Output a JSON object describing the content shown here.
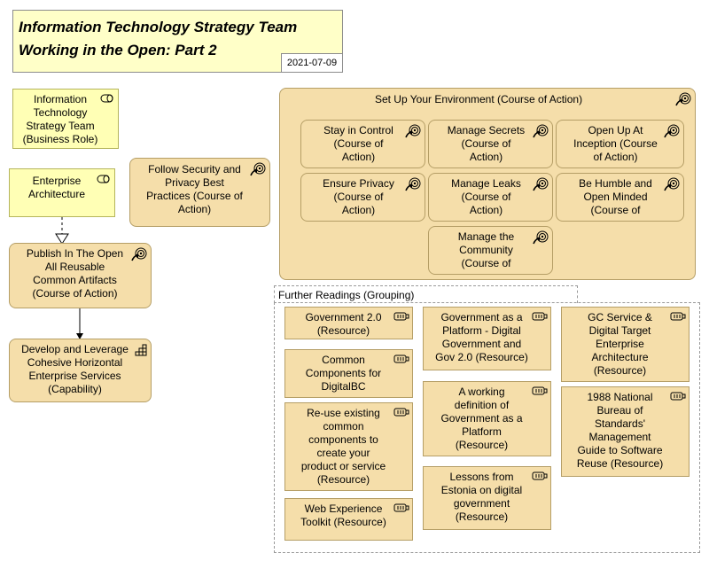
{
  "note": {
    "title_line1": "Information Technology Strategy Team",
    "title_line2": "Working in the Open: Part 2",
    "date": "2021-07-09"
  },
  "roles": {
    "it_strategy_team": [
      "Information",
      "Technology",
      "Strategy Team",
      "(Business Role)"
    ],
    "enterprise_architecture": [
      "Enterprise",
      "Architecture"
    ]
  },
  "actions": {
    "follow_security": [
      "Follow Security and",
      "Privacy Best",
      "Practices (Course of",
      "Action)"
    ],
    "publish_open": [
      "Publish In The Open",
      "All Reusable",
      "Common Artifacts",
      "(Course of Action)"
    ],
    "setup_env": "Set Up Your Environment (Course of Action)",
    "stay_control": [
      "Stay in Control",
      "(Course of",
      "Action)"
    ],
    "manage_secrets": [
      "Manage Secrets",
      "(Course of",
      "Action)"
    ],
    "open_up": [
      "Open Up At",
      "Inception (Course",
      "of Action)"
    ],
    "ensure_privacy": [
      "Ensure Privacy",
      "(Course of",
      "Action)"
    ],
    "manage_leaks": [
      "Manage Leaks",
      "(Course of",
      "Action)"
    ],
    "be_humble": [
      "Be Humble and",
      "Open Minded",
      "(Course of"
    ],
    "manage_community": [
      "Manage the",
      "Community",
      "(Course of"
    ]
  },
  "capability": {
    "develop_leverage": [
      "Develop and Leverage",
      "Cohesive Horizontal",
      "Enterprise Services",
      "(Capability)"
    ]
  },
  "grouping": {
    "label": "Further Readings (Grouping)"
  },
  "resources": {
    "gov20": [
      "Government 2.0",
      "(Resource)"
    ],
    "common_components": [
      "Common",
      "Components for",
      "DigitalBC"
    ],
    "reuse_existing": [
      "Re-use existing",
      "common",
      "components to",
      "create your",
      "product or service",
      "(Resource)"
    ],
    "web_experience": [
      "Web Experience",
      "Toolkit (Resource)"
    ],
    "gov_platform": [
      "Government as a",
      "Platform - Digital",
      "Government and",
      "Gov 2.0 (Resource)"
    ],
    "working_definition": [
      "A working",
      "definition of",
      "Government as a",
      "Platform",
      "(Resource)"
    ],
    "lessons_estonia": [
      "Lessons from",
      "Estonia on digital",
      "government",
      "(Resource)"
    ],
    "gc_service": [
      "GC Service &",
      "Digital Target",
      "Enterprise",
      "Architecture",
      "(Resource)"
    ],
    "nbs_1988": [
      "1988 National",
      "Bureau of",
      "Standards'",
      "Management",
      "Guide to Software",
      "Reuse (Resource)"
    ]
  }
}
